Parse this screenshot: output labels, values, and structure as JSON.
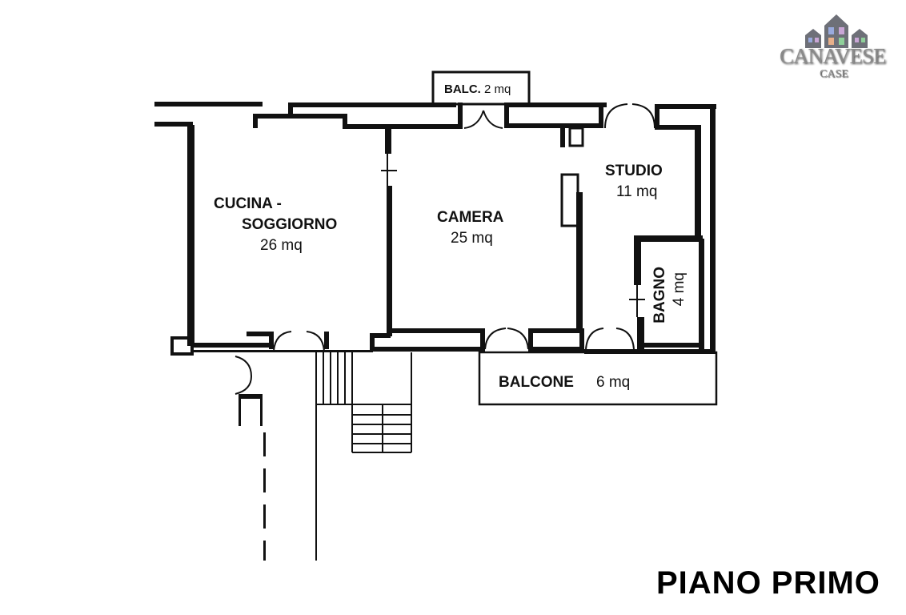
{
  "logo": {
    "name": "CANAVESE",
    "sub": "CASE"
  },
  "title": "PIANO PRIMO",
  "rooms": {
    "cucina": {
      "name_line1": "CUCINA -",
      "name_line2": "SOGGIORNO",
      "area": "26 mq"
    },
    "camera": {
      "name": "CAMERA",
      "area": "25 mq"
    },
    "studio": {
      "name": "STUDIO",
      "area": "11 mq"
    },
    "bagno": {
      "name": "BAGNO",
      "area": "4 mq"
    },
    "balcone": {
      "name": "BALCONE",
      "area": "6 mq"
    },
    "balc_small": {
      "name": "BALC.",
      "area": "2 mq"
    }
  }
}
